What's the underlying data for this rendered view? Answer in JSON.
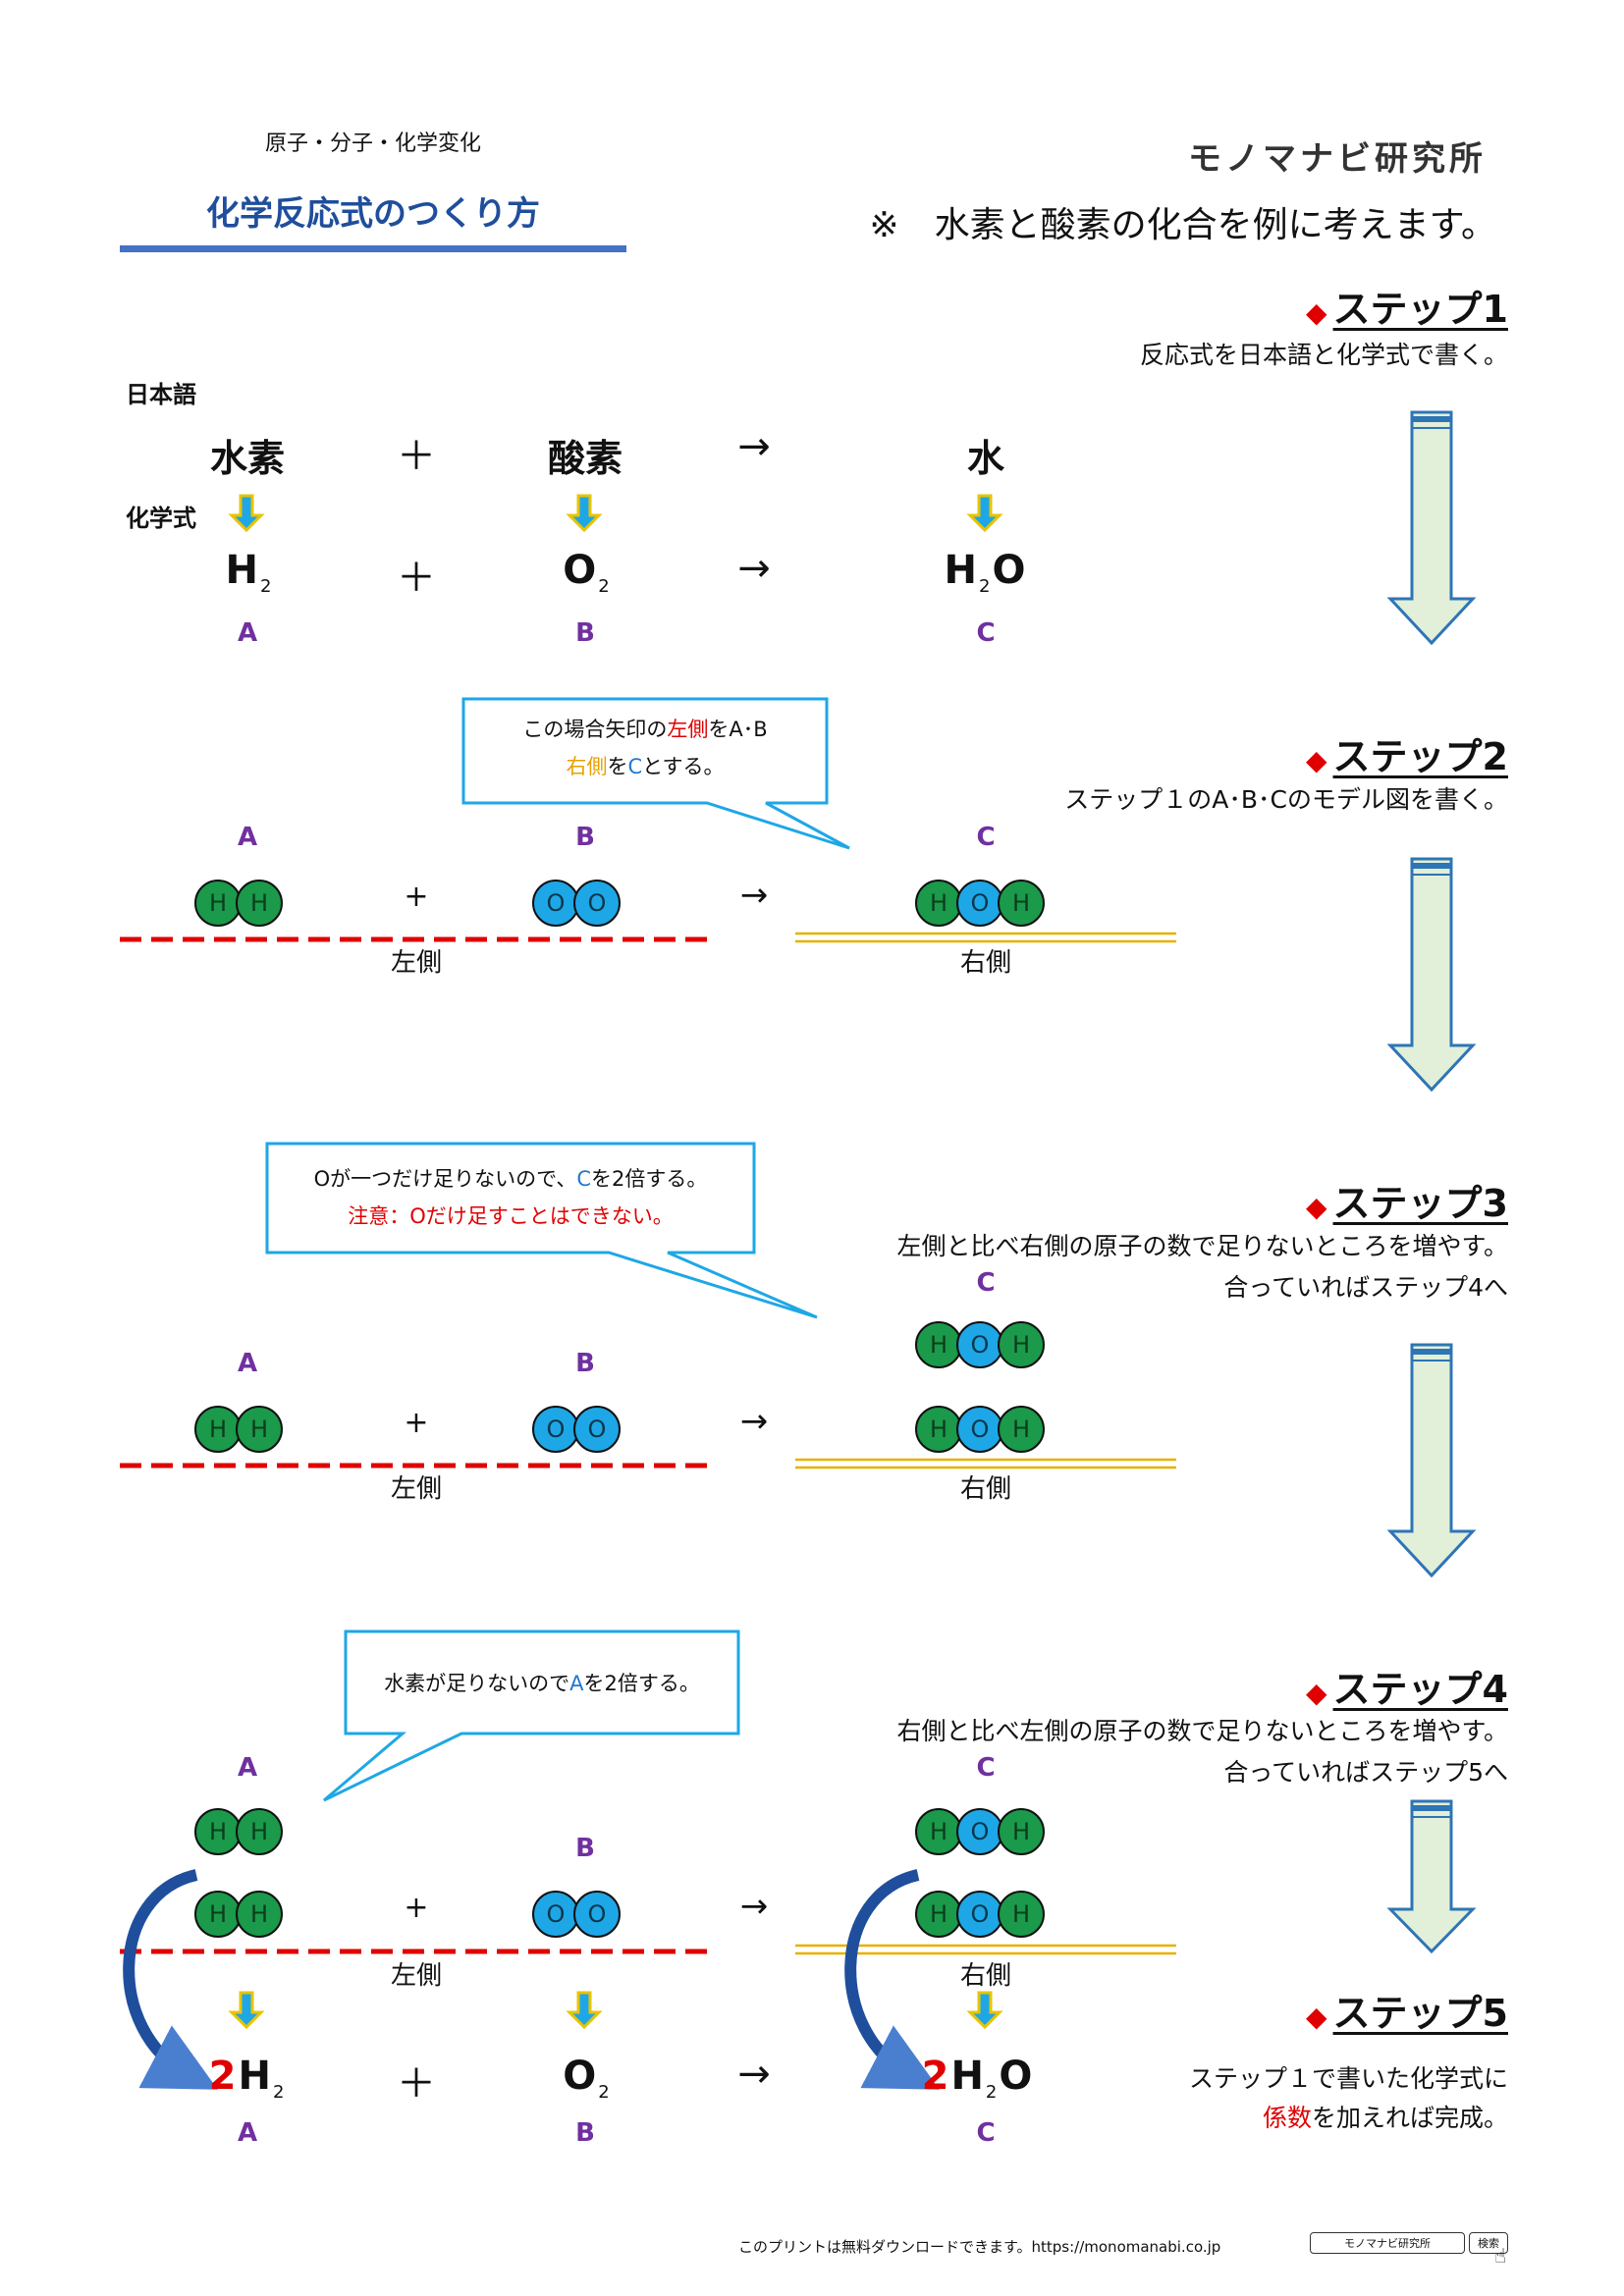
{
  "header": {
    "category": "原子・分子・化学変化",
    "title": "化学反応式のつくり方",
    "brand": "モノマナビ研究所",
    "note": "※　水素と酸素の化合を例に考えます。"
  },
  "steps": [
    {
      "title": "ステップ1",
      "desc": "反応式を日本語と化学式で書く。",
      "desc2": ""
    },
    {
      "title": "ステップ2",
      "desc": "ステップ１のA･B･Cのモデル図を書く。",
      "desc2": ""
    },
    {
      "title": "ステップ3",
      "desc": "左側と比べ右側の原子の数で足りないところを増やす。",
      "desc2": "合っていればステップ4へ"
    },
    {
      "title": "ステップ4",
      "desc": "右側と比べ左側の原子の数で足りないところを増やす。",
      "desc2": "合っていればステップ5へ"
    },
    {
      "title": "ステップ5",
      "desc": "ステップ１で書いた化学式に",
      "desc_red": "係数",
      "desc_end": "を加えれば完成。"
    }
  ],
  "section1": {
    "japanese_label": "日本語",
    "formula_label": "化学式",
    "words": [
      "水素",
      "酸素",
      "水"
    ],
    "plus": "＋",
    "arrow": "→",
    "formulas": [
      {
        "main": "H",
        "sub": "2",
        "tail": ""
      },
      {
        "main": "O",
        "sub": "2",
        "tail": ""
      },
      {
        "main": "H",
        "sub": "2",
        "tail": "O"
      }
    ],
    "letters": [
      "A",
      "B",
      "C"
    ]
  },
  "callouts": {
    "c1_part1": "この場合矢印の",
    "c1_left": "左側",
    "c1_part2": "をA･B",
    "c1_right": "右側",
    "c1_part3": "を",
    "c1_c": "C",
    "c1_part4": "とする。",
    "c2_part1": "Oが一つだけ足りないので、",
    "c2_c": "C",
    "c2_part2": "を2倍する。",
    "c2_warn": "注意：Oだけ足すことはできない。",
    "c3_part1": "水素が足りないので",
    "c3_a": "A",
    "c3_part2": "を2倍する。"
  },
  "diagram": {
    "left_label": "左側",
    "right_label": "右側",
    "plus": "+",
    "arrow": "→",
    "h": "H",
    "o": "O"
  },
  "final": {
    "coef_a": "2",
    "a_main": "H",
    "a_sub": "2",
    "b_main": "O",
    "b_sub": "2",
    "coef_c": "2",
    "c_main": "H",
    "c_sub": "2",
    "c_tail": "O",
    "plus": "＋",
    "arrow": "→"
  },
  "footer": {
    "text": "このプリントは無料ダウンロードできます。https://monomanabi.co.jp",
    "search_text": "モノマナビ研究所",
    "search_button": "検索"
  },
  "colors": {
    "accent_blue": "#4472c4",
    "hydrogen": "#1a9a4a",
    "oxygen": "#1ea7e6",
    "left_dash": "#e00000",
    "right_line": "#e8b000",
    "letter_purple": "#7030a0",
    "arrow_fill": "#e2efd9",
    "arrow_stroke": "#2e75b6"
  }
}
